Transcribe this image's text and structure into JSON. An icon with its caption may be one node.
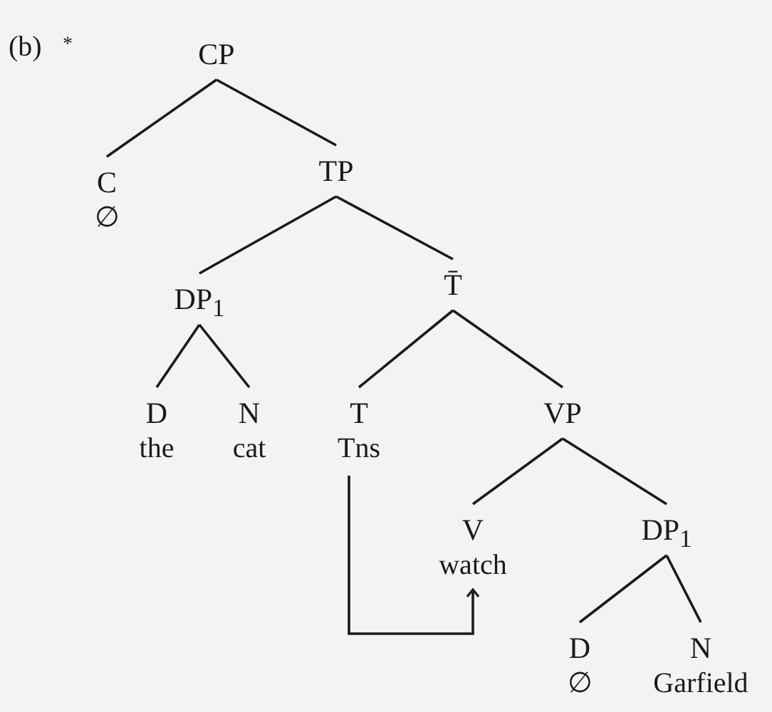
{
  "diagram": {
    "nodes": [
      {
        "text": [
          "CP"
        ]
      },
      {
        "text": [
          "C",
          "∅"
        ]
      },
      {
        "text": [
          "TP"
        ]
      },
      {
        "text": [
          "DP$_{1}$"
        ]
      },
      {
        "text": [
          "T̄"
        ]
      },
      {
        "text": [
          "D",
          "the"
        ]
      },
      {
        "text": [
          "N",
          "cat"
        ]
      },
      {
        "text": [
          "T",
          "Tns"
        ]
      },
      {
        "text": [
          "VP"
        ]
      },
      {
        "text": [
          "V",
          "watch"
        ]
      },
      {
        "text": [
          "DP$_{1}$"
        ]
      },
      {
        "text": [
          "D",
          "∅"
        ]
      },
      {
        "text": [
          "N",
          "Garfield"
        ]
      }
    ],
    "edges": [
      {
        "from": 0,
        "to": 1,
        "arrow": "none"
      },
      {
        "from": 0,
        "to": 2,
        "arrow": "none"
      },
      {
        "from": 2,
        "to": 3,
        "arrow": "none"
      },
      {
        "from": 2,
        "to": 4,
        "arrow": "none"
      },
      {
        "from": 3,
        "to": 5,
        "arrow": "none"
      },
      {
        "from": 3,
        "to": 6,
        "arrow": "none"
      },
      {
        "from": 4,
        "to": 7,
        "arrow": "none"
      },
      {
        "from": 4,
        "to": 8,
        "arrow": "none"
      },
      {
        "from": 8,
        "to": 9,
        "arrow": "none"
      },
      {
        "from": 8,
        "to": 10,
        "arrow": "none"
      },
      {
        "from": 10,
        "to": 11,
        "arrow": "none"
      },
      {
        "from": 10,
        "to": 12,
        "arrow": "none"
      },
      {
        "from": 7,
        "to": 9,
        "arrow": "to"
      }
    ],
    "labels": [
      "(b)",
      "*"
    ]
  }
}
